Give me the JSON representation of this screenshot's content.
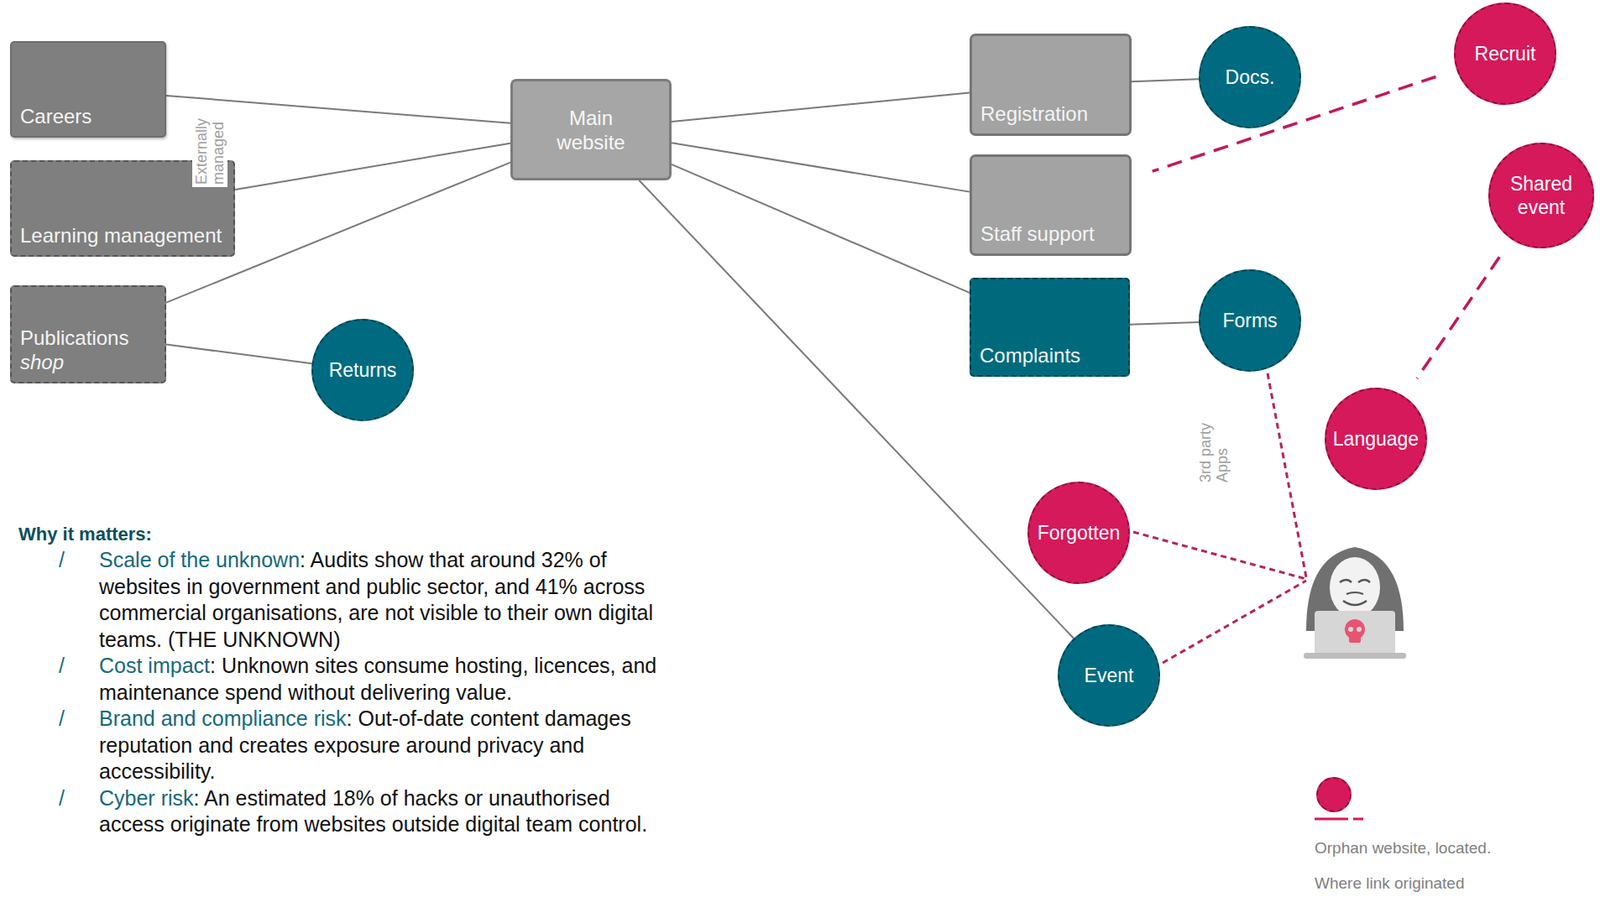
{
  "diagram": {
    "nodes": [
      {
        "text": [
          "Careers"
        ]
      },
      {
        "text": [
          "Learning management"
        ]
      },
      {
        "text": [
          "Publications",
          "shop"
        ]
      },
      {
        "text": [
          "Main website"
        ]
      },
      {
        "text": [
          "Returns"
        ]
      },
      {
        "text": [
          "Registration"
        ]
      },
      {
        "text": [
          "Staff support"
        ]
      },
      {
        "text": [
          "Complaints"
        ]
      },
      {
        "text": [
          "Docs."
        ]
      },
      {
        "text": [
          "Forms"
        ]
      },
      {
        "text": [
          "Recruit"
        ]
      },
      {
        "text": [
          "Shared event"
        ]
      },
      {
        "text": [
          "Language"
        ]
      },
      {
        "text": [
          "Forgotten"
        ]
      },
      {
        "text": [
          "Event"
        ]
      }
    ],
    "edges": [
      {
        "from": 0,
        "to": 3,
        "arrow": "none"
      },
      {
        "from": 1,
        "to": 3,
        "arrow": "none"
      },
      {
        "from": 2,
        "to": 3,
        "arrow": "none"
      },
      {
        "from": 2,
        "to": 4,
        "arrow": "none"
      },
      {
        "from": 3,
        "to": 5,
        "arrow": "none"
      },
      {
        "from": 3,
        "to": 6,
        "arrow": "none"
      },
      {
        "from": 3,
        "to": 7,
        "arrow": "none"
      },
      {
        "from": 3,
        "to": 14,
        "arrow": "none"
      },
      {
        "from": 5,
        "to": 8,
        "arrow": "none"
      },
      {
        "from": 7,
        "to": 9,
        "arrow": "none"
      },
      {
        "from": 10,
        "to": 6,
        "arrow": "none"
      },
      {
        "from": 11,
        "to": 12,
        "arrow": "none"
      }
    ],
    "labels": [
      "Externally managed",
      "3rd party Apps",
      "Why it matters:",
      "/",
      "Scale of the unknown",
      ": Audits show that around 32% of websites in government and public sector, and 41% across commercial organisations, are not visible to their own digital teams. (THE UNKNOWN)",
      "/",
      "Cost impact",
      ": Unknown sites consume hosting, licences, and maintenance spend without delivering value.",
      "/",
      "Brand and compliance risk",
      ": Out-of-date content damages reputation and creates exposure around privacy and accessibility.",
      "/",
      "Cyber risk",
      ": An estimated 18% of hacks or unauthorised access originate from websites outside digital team control."
    ],
    "legend": [
      {
        "text": "Orphan website, located.",
        "color": "#d6195b"
      },
      {
        "text": "Where link originated"
      }
    ]
  }
}
